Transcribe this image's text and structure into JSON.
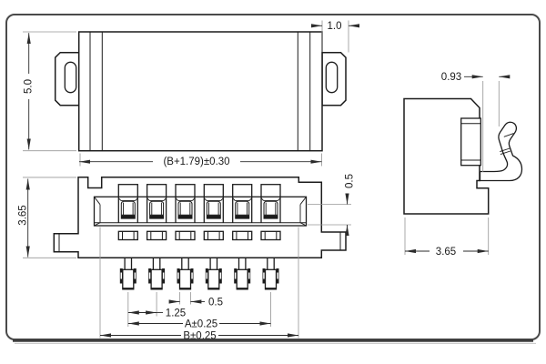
{
  "drawing": {
    "description": "connector technical drawing",
    "dimensions": {
      "top_view": {
        "body_height": "5.0",
        "ear_width": "1.0",
        "overall_width": "(B+1.79)±0.30"
      },
      "front_view": {
        "overall_height": "3.65",
        "slot_depth": "0.5"
      },
      "pins": {
        "pin_width": "0.5",
        "pitch": "1.25",
        "span_a": "A±0.25",
        "span_b": "B±0.25"
      },
      "side_view": {
        "contact_offset": "0.93",
        "overall_depth": "3.65"
      }
    },
    "colors": {
      "line": "#1c1c1c",
      "dimension": "#2b2b2b",
      "extension": "#999999",
      "frame": "#4a4a4a",
      "background": "#ffffff"
    }
  }
}
